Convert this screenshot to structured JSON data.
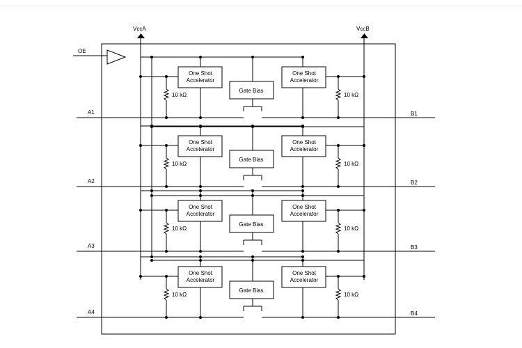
{
  "diagram": {
    "supply_a": "VccA",
    "supply_b": "VccB",
    "enable": "OE",
    "block_label_1": "One Shot",
    "block_label_2": "Accelerator",
    "gate_bias": "Gate Bias",
    "resistor": "10 kΩ",
    "channels": [
      {
        "a": "A1",
        "b": "B1"
      },
      {
        "a": "A2",
        "b": "B2"
      },
      {
        "a": "A3",
        "b": "B3"
      },
      {
        "a": "A4",
        "b": "B4"
      }
    ]
  },
  "colors": {
    "line": "#000000",
    "background": "#ffffff"
  }
}
